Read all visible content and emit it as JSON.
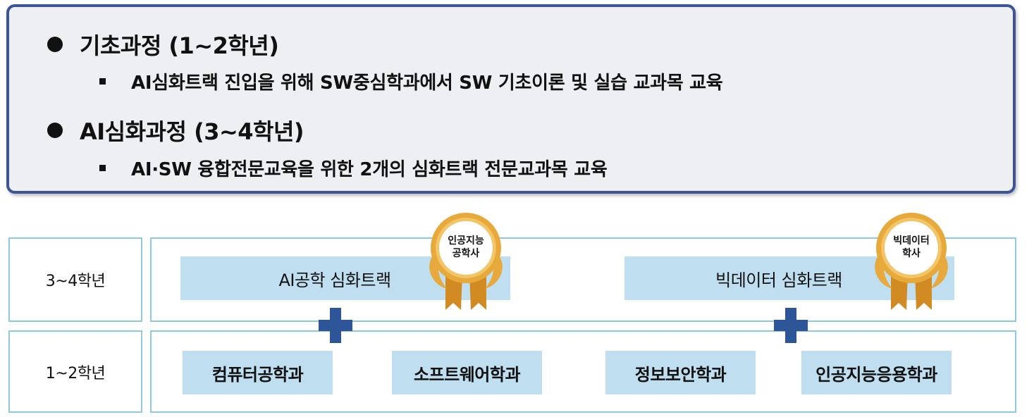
{
  "summary": {
    "items": [
      {
        "heading": "기초과정 (1~2학년)",
        "detail": "AI심화트랙 진입을 위해 SW중심학과에서 SW 기초이론 및 실습 교과목 교육"
      },
      {
        "heading": "AI심화과정 (3~4학년)",
        "detail": "AI·SW 융합전문교육을 위한 2개의 심화트랙 전문교과목 교육"
      }
    ]
  },
  "diagram": {
    "upper_year": "3~4학년",
    "lower_year": "1~2학년",
    "tracks": [
      {
        "label": "AI공학 심화트랙",
        "medal_line1": "인공지능",
        "medal_line2": "공학사"
      },
      {
        "label": "빅데이터 심화트랙",
        "medal_line1": "빅데이터",
        "medal_line2": "학사"
      }
    ],
    "departments": [
      "컴퓨터공학과",
      "소프트웨어학과",
      "정보보안학과",
      "인공지능응용학과"
    ],
    "colors": {
      "frame": "#8fc8e0",
      "box": "#bfdff0",
      "plus": "#2e5597",
      "medal": "#e6a93a",
      "border": "#3b5598"
    }
  }
}
